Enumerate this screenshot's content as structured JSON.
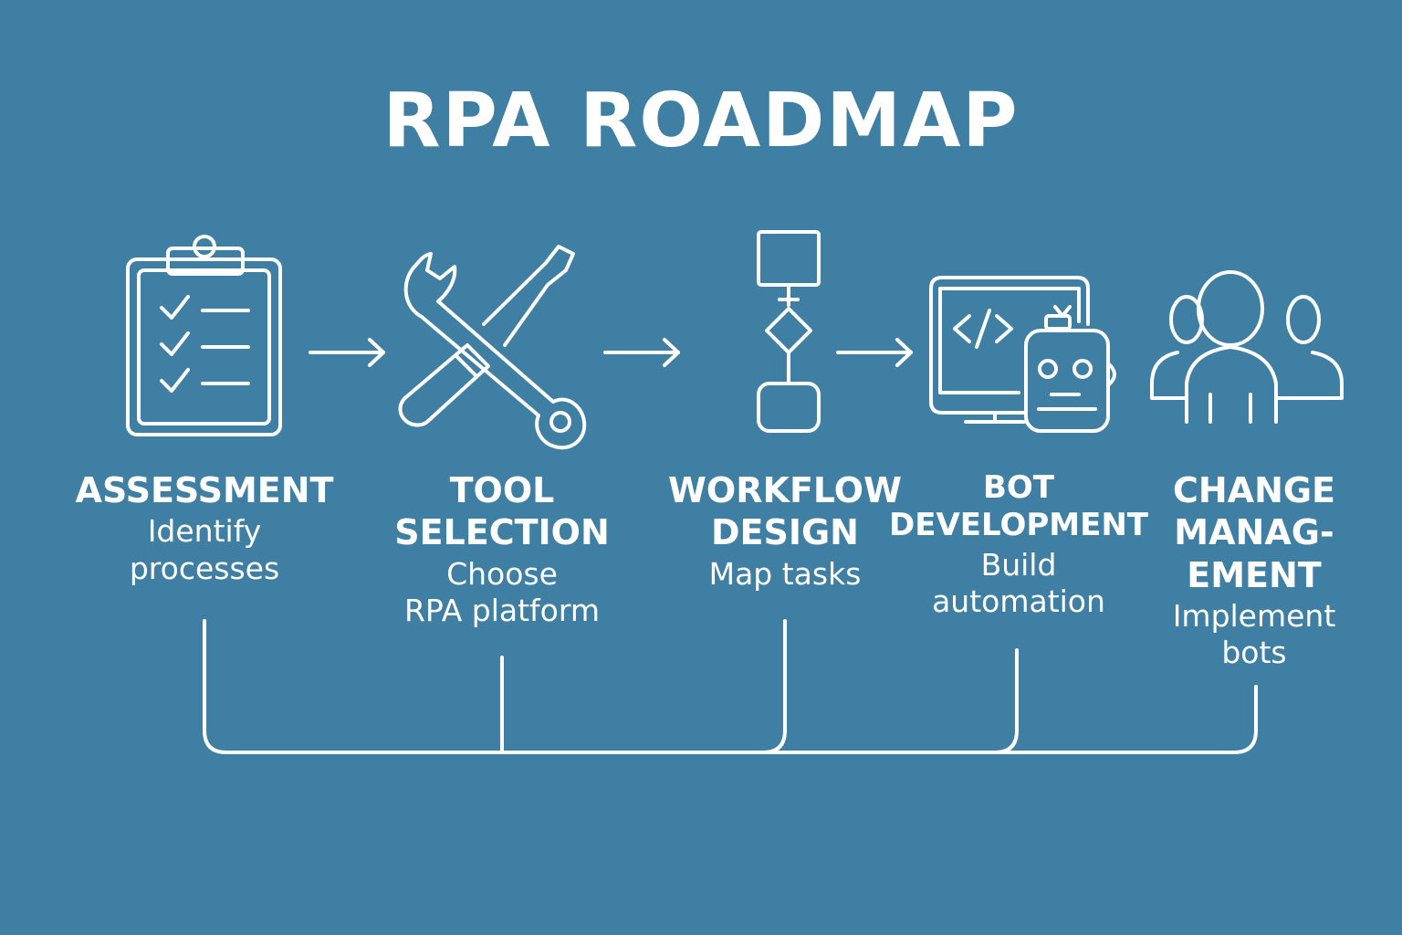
{
  "title": "RPA ROADMAP",
  "steps": [
    {
      "title": "ASSESSMENT",
      "description": "Identify\nprocesses",
      "icon": "clipboard-checklist-icon"
    },
    {
      "title": "TOOL\nSELECTION",
      "description": "Choose\nRPA platform",
      "icon": "wrench-screwdriver-icon"
    },
    {
      "title": "WORKFLOW\nDESIGN",
      "description": "Map tasks",
      "icon": "flowchart-icon"
    },
    {
      "title": "BOT\nDEVELOPMENT",
      "description": "Build\nautomation",
      "icon": "monitor-robot-icon"
    },
    {
      "title": "CHANGE\nMANAG-\nEMENT",
      "description": "Implement\nbots",
      "icon": "team-people-icon"
    }
  ],
  "colors": {
    "background": "#3f7fa3",
    "foreground": "#ffffff"
  }
}
